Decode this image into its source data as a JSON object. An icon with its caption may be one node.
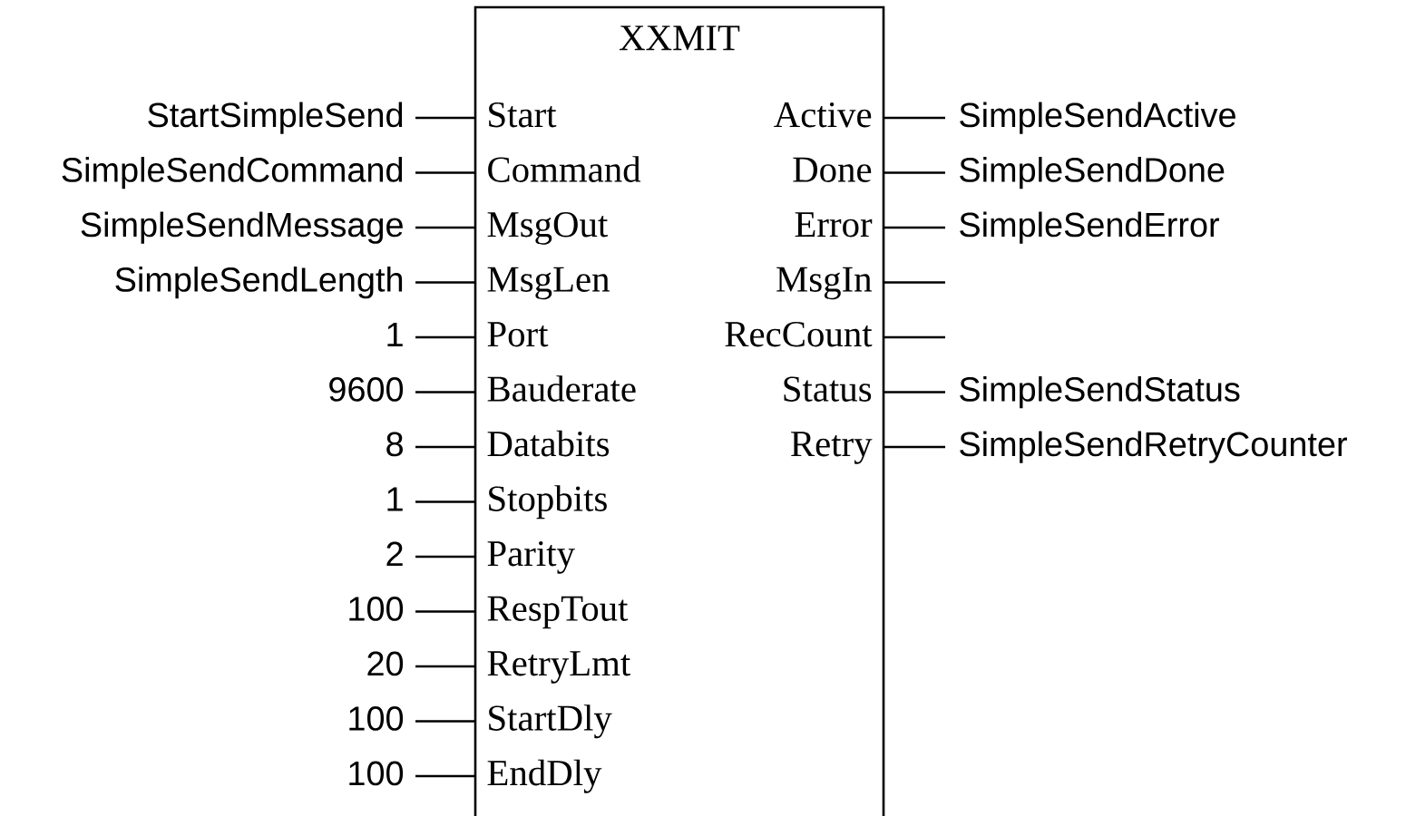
{
  "diagram": {
    "nodes": [
      {
        "text": [
          "XXMIT"
        ]
      },
      {
        "text": [
          "Start"
        ],
        "in": 0
      },
      {
        "text": [
          "Command"
        ],
        "in": 0
      },
      {
        "text": [
          "MsgOut"
        ],
        "in": 0
      },
      {
        "text": [
          "MsgLen"
        ],
        "in": 0
      },
      {
        "text": [
          "Port"
        ],
        "in": 0
      },
      {
        "text": [
          "Bauderate"
        ],
        "in": 0
      },
      {
        "text": [
          "Databits"
        ],
        "in": 0
      },
      {
        "text": [
          "Stopbits"
        ],
        "in": 0
      },
      {
        "text": [
          "Parity"
        ],
        "in": 0
      },
      {
        "text": [
          "RespTout"
        ],
        "in": 0
      },
      {
        "text": [
          "RetryLmt"
        ],
        "in": 0
      },
      {
        "text": [
          "StartDly"
        ],
        "in": 0
      },
      {
        "text": [
          "EndDly"
        ],
        "in": 0
      },
      {
        "text": [
          "Active"
        ],
        "in": 0
      },
      {
        "text": [
          "Done"
        ],
        "in": 0
      },
      {
        "text": [
          "Error"
        ],
        "in": 0
      },
      {
        "text": [
          "MsgIn"
        ],
        "in": 0
      },
      {
        "text": [
          "RecCount"
        ],
        "in": 0
      },
      {
        "text": [
          "Status"
        ],
        "in": 0
      },
      {
        "text": [
          "Retry"
        ],
        "in": 0
      },
      {
        "text": [
          "StartSimpleSend"
        ]
      },
      {
        "text": [
          "SimpleSendCommand"
        ]
      },
      {
        "text": [
          "SimpleSendMessage"
        ]
      },
      {
        "text": [
          "SimpleSendLength"
        ]
      },
      {
        "text": [
          "1"
        ]
      },
      {
        "text": [
          "9600"
        ]
      },
      {
        "text": [
          "8"
        ]
      },
      {
        "text": [
          "1"
        ]
      },
      {
        "text": [
          "2"
        ]
      },
      {
        "text": [
          "100"
        ]
      },
      {
        "text": [
          "20"
        ]
      },
      {
        "text": [
          "100"
        ]
      },
      {
        "text": [
          "100"
        ]
      },
      {
        "text": [
          "SimpleSendActive"
        ]
      },
      {
        "text": [
          "SimpleSendDone"
        ]
      },
      {
        "text": [
          "SimpleSendError"
        ]
      },
      {
        "text": [
          "SimpleSendStatus"
        ]
      },
      {
        "text": [
          "SimpleSendRetryCounter"
        ]
      }
    ],
    "edges": [
      {
        "from": 21,
        "to": 1,
        "arrow": "none"
      },
      {
        "from": 22,
        "to": 2,
        "arrow": "none"
      },
      {
        "from": 23,
        "to": 3,
        "arrow": "none"
      },
      {
        "from": 24,
        "to": 4,
        "arrow": "none"
      },
      {
        "from": 25,
        "to": 5,
        "arrow": "none"
      },
      {
        "from": 26,
        "to": 6,
        "arrow": "none"
      },
      {
        "from": 27,
        "to": 7,
        "arrow": "none"
      },
      {
        "from": 28,
        "to": 8,
        "arrow": "none"
      },
      {
        "from": 29,
        "to": 9,
        "arrow": "none"
      },
      {
        "from": 30,
        "to": 10,
        "arrow": "none"
      },
      {
        "from": 31,
        "to": 11,
        "arrow": "none"
      },
      {
        "from": 32,
        "to": 12,
        "arrow": "none"
      },
      {
        "from": 33,
        "to": 13,
        "arrow": "none"
      },
      {
        "from": 14,
        "to": 34,
        "arrow": "none"
      },
      {
        "from": 15,
        "to": 35,
        "arrow": "none"
      },
      {
        "from": 16,
        "to": 36,
        "arrow": "none"
      },
      {
        "from": 17,
        "to": null,
        "arrow": "none"
      },
      {
        "from": 18,
        "to": null,
        "arrow": "none"
      },
      {
        "from": 19,
        "to": 37,
        "arrow": "none"
      },
      {
        "from": 20,
        "to": 38,
        "arrow": "none"
      }
    ]
  }
}
